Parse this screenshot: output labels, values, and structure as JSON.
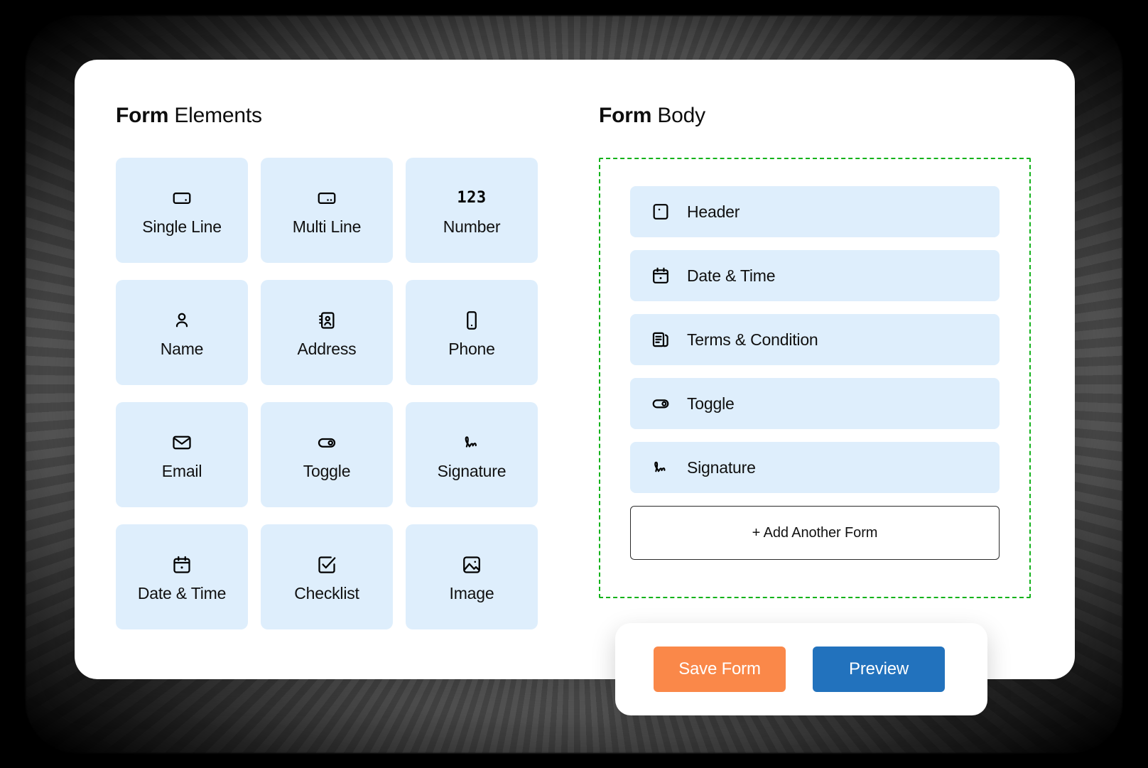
{
  "left_panel": {
    "title_bold": "Form",
    "title_rest": " Elements",
    "elements": [
      {
        "label": "Single Line",
        "icon": "single-line-icon"
      },
      {
        "label": "Multi Line",
        "icon": "multi-line-icon"
      },
      {
        "label": "Number",
        "icon": "number-123-icon",
        "glyph": "123"
      },
      {
        "label": "Name",
        "icon": "person-icon"
      },
      {
        "label": "Address",
        "icon": "address-book-icon"
      },
      {
        "label": "Phone",
        "icon": "phone-icon"
      },
      {
        "label": "Email",
        "icon": "envelope-icon"
      },
      {
        "label": "Toggle",
        "icon": "toggle-icon"
      },
      {
        "label": "Signature",
        "icon": "signature-icon"
      },
      {
        "label": "Date & Time",
        "icon": "calendar-icon"
      },
      {
        "label": "Checklist",
        "icon": "checkbox-checked-icon"
      },
      {
        "label": "Image",
        "icon": "image-icon"
      }
    ]
  },
  "right_panel": {
    "title_bold": "Form",
    "title_rest": " Body",
    "rows": [
      {
        "label": "Header",
        "icon": "header-block-icon"
      },
      {
        "label": "Date & Time",
        "icon": "calendar-icon"
      },
      {
        "label": "Terms & Condition",
        "icon": "document-list-icon"
      },
      {
        "label": "Toggle",
        "icon": "toggle-icon"
      },
      {
        "label": "Signature",
        "icon": "signature-icon"
      }
    ],
    "add_another": "+ Add Another Form"
  },
  "actions": {
    "save_label": "Save Form",
    "preview_label": "Preview"
  },
  "colors": {
    "tile_bg": "#DEEEFC",
    "dropzone_border": "#12B21A",
    "save_bg": "#FA8849",
    "preview_bg": "#2272BD",
    "card_bg": "#FFFFFF",
    "page_bg": "#000000"
  }
}
